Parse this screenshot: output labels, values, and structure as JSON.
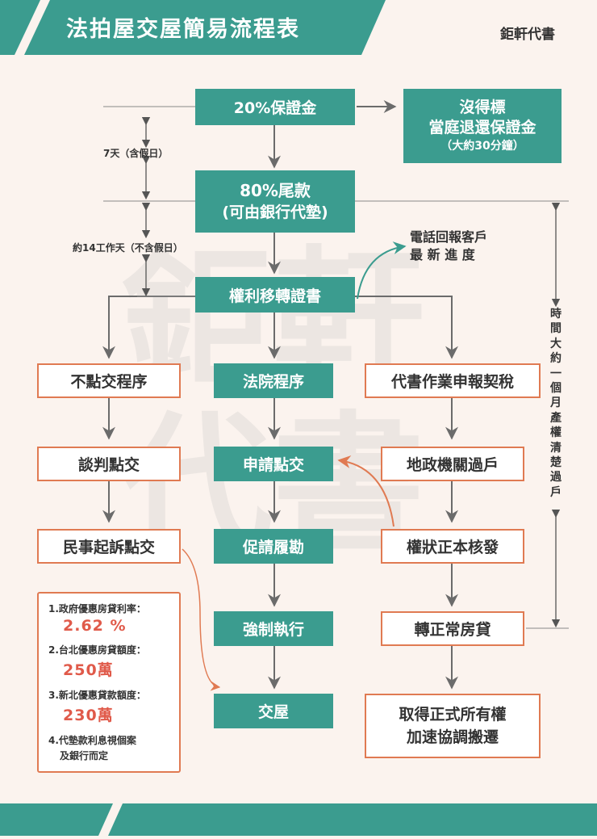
{
  "header": {
    "title": "法拍屋交屋簡易流程表",
    "brand": "鉅軒代書"
  },
  "watermark": "鉅軒代書",
  "colors": {
    "teal": "#3b9c8f",
    "orange": "#e07a52",
    "red": "#e05a4a",
    "background": "#fbf3ee"
  },
  "steps": {
    "deposit": "20%保證金",
    "no_bid": [
      "沒得標",
      "當庭退還保證金",
      "（大約30分鐘）"
    ],
    "balance": [
      "80%尾款",
      "(可由銀行代墊)"
    ],
    "certificate": "權利移轉證書",
    "report": [
      "電話回報客戶",
      "最 新 進 度"
    ],
    "left_col": [
      "不點交程序",
      "談判點交",
      "民事起訴點交"
    ],
    "mid_col": [
      "法院程序",
      "申請點交",
      "促請履勘",
      "強制執行",
      "交屋"
    ],
    "right_col": [
      "代書作業申報契稅",
      "地政機關過戶",
      "權狀正本核發",
      "轉正常房貸"
    ],
    "final": [
      "取得正式所有權",
      "加速協調搬遷"
    ]
  },
  "timing": {
    "seven_days": "7天（含假日）",
    "fourteen_days": "約14工作天（不含假日）",
    "one_month": "時間大約一個月產權清楚過戶"
  },
  "notes": [
    {
      "label": "1.政府優惠房貸利率：",
      "value": "2.62 %"
    },
    {
      "label": "2.台北優惠房貸額度：",
      "value": "250萬"
    },
    {
      "label": "3.新北優惠貸款額度：",
      "value": "230萬"
    },
    {
      "label": "4.代墊款利息視個案",
      "value": "及銀行而定"
    }
  ]
}
